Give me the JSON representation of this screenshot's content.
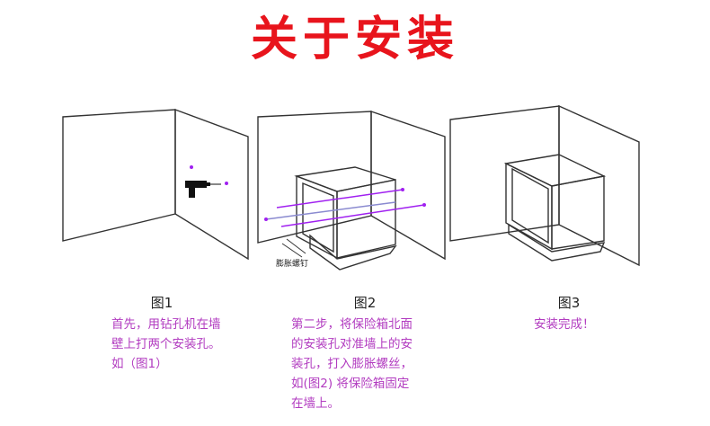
{
  "title": "关于安装",
  "figures": [
    {
      "caption": "图1",
      "instruction_lines": [
        "首先，用钻孔机在墙",
        "壁上打两个安装孔。",
        "如（图1）"
      ]
    },
    {
      "caption": "图2",
      "screw_label": "膨胀螺钉",
      "instruction_lines": [
        "第二步，将保险箱北面",
        "的安装孔对准墙上的安",
        "装孔，打入膨胀螺丝，",
        "如(图2) 将保险箱固定",
        "在墙上。"
      ]
    },
    {
      "caption": "图3",
      "instruction_lines": [
        "安装完成！"
      ]
    }
  ],
  "colors": {
    "title": "#e8141c",
    "instruction": "#b23cc0",
    "guide_line": "#a020f0"
  }
}
